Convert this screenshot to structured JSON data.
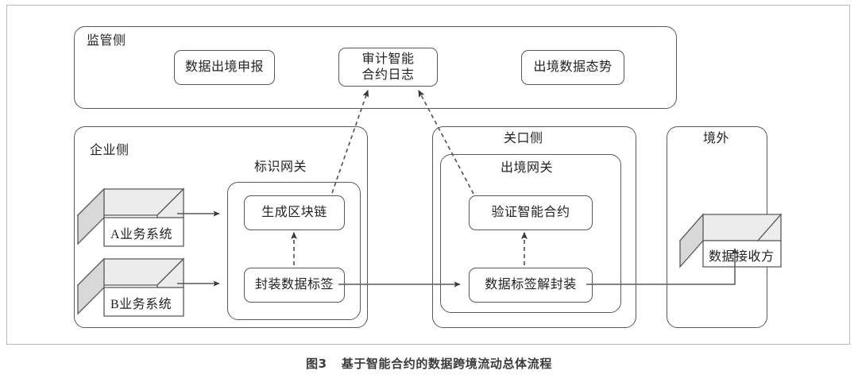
{
  "figure": {
    "caption_number": "图3",
    "caption_text": "基于智能合约的数据跨境流动总体流程"
  },
  "zones": {
    "regulator": {
      "label": "监管侧"
    },
    "enterprise": {
      "label": "企业侧"
    },
    "id_gateway": {
      "label": "标识网关"
    },
    "customs": {
      "label": "关口侧"
    },
    "exit_gateway": {
      "label": "出境网关"
    },
    "overseas": {
      "label": "境外"
    }
  },
  "regulator_boxes": [
    {
      "label": "数据出境申报"
    },
    {
      "line1": "审计智能",
      "line2": "合约日志"
    },
    {
      "label": "出境数据态势"
    }
  ],
  "enterprise_systems": [
    {
      "label": "A业务系统"
    },
    {
      "label": "B业务系统"
    }
  ],
  "id_gateway_boxes": [
    {
      "label": "生成区块链"
    },
    {
      "label": "封装数据标签"
    }
  ],
  "exit_gateway_boxes": [
    {
      "label": "验证智能合约"
    },
    {
      "label": "数据标签解封装"
    }
  ],
  "overseas_node": {
    "label": "数据接收方"
  },
  "colors": {
    "outer_frame": "#b9b9b9",
    "box_stroke": "#58595b",
    "connector": "#58595b",
    "cube_top": "#ececec",
    "cube_side": "#d8d8d8",
    "cube_front": "#ffffff",
    "text": "#231f20",
    "caption": "#3b3b3b"
  },
  "connectors": [
    {
      "name": "a-system-to-id-gateway",
      "style": "solid-arrow"
    },
    {
      "name": "b-system-to-id-gateway",
      "style": "solid-arrow"
    },
    {
      "name": "wrap-tag-to-generate-chain",
      "style": "dashed-arrow"
    },
    {
      "name": "wrap-tag-to-unwrap-tag",
      "style": "solid-arrow"
    },
    {
      "name": "unwrap-tag-to-verify-contract",
      "style": "dashed-arrow"
    },
    {
      "name": "unwrap-tag-to-receiver",
      "style": "solid-arrow"
    },
    {
      "name": "generate-chain-to-audit-log",
      "style": "dashed-arrow"
    },
    {
      "name": "verify-contract-to-audit-log",
      "style": "dashed-arrow"
    }
  ]
}
